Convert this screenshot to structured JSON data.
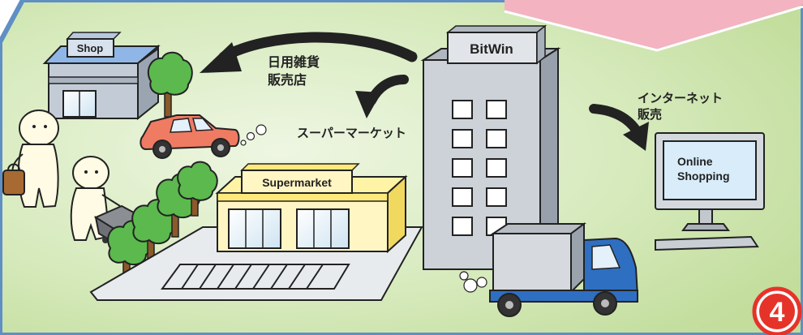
{
  "colors": {
    "background": "#c9e2a6",
    "background_light": "#e7f2d7",
    "border": "#5f8fc4",
    "pink_banner": "#f3b3c0",
    "tree": "#5bb94e",
    "car": "#ef7b63",
    "truck": "#2f6fc2",
    "building": "#c8cfd6",
    "badge": "#e6332a"
  },
  "labels": {
    "shop_sign": "Shop",
    "bitwin_sign": "BitWin",
    "supermarket_sign": "Supermarket",
    "daily_goods_line1": "日用雑貨",
    "daily_goods_line2": "販売店",
    "supermarket_jp": "スーパーマーケット",
    "internet_line1": "インターネット",
    "internet_line2": "販売",
    "monitor_line1": "Online",
    "monitor_line2": "Shopping",
    "step_number": "4"
  },
  "icons": [
    "shop-building",
    "bitwin-tower",
    "supermarket-building",
    "delivery-truck",
    "red-car",
    "computer-monitor",
    "shopper-figure",
    "tree",
    "curved-arrow"
  ]
}
